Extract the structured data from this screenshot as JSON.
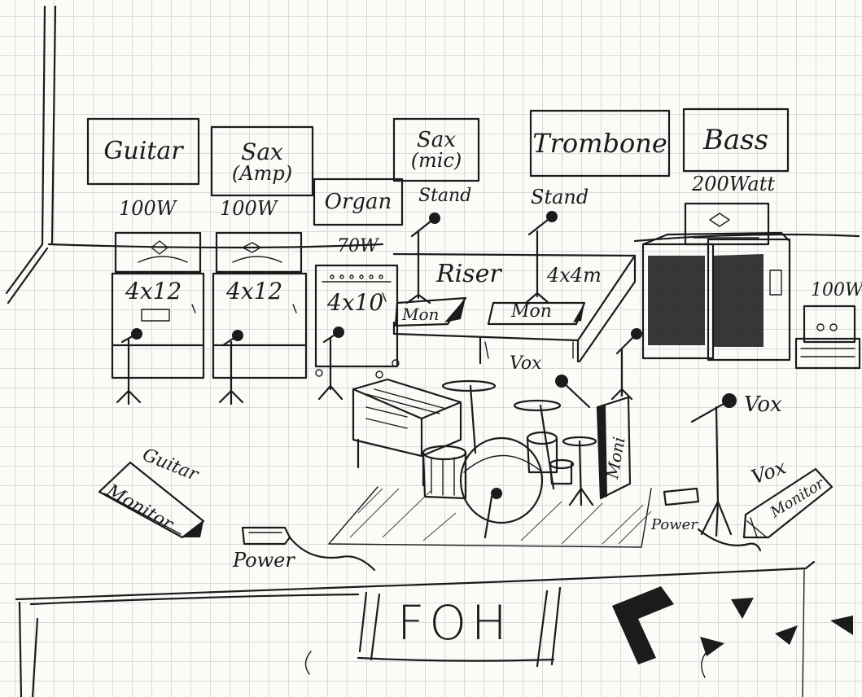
{
  "signs": {
    "guitar": "Guitar",
    "sax_amp_line1": "Sax",
    "sax_amp_line2": "(Amp)",
    "organ": "Organ",
    "sax_mic_line1": "Sax",
    "sax_mic_line2": "(mic)",
    "trombone": "Trombone",
    "bass": "Bass"
  },
  "labels": {
    "guitar_watt": "100W",
    "sax_watt": "100W",
    "organ_watt": "70W",
    "bass_watt": "200Watt",
    "small_amp_watt": "100W",
    "guitar_cab": "4x12",
    "sax_cab": "4x12",
    "organ_cab": "4x10",
    "stand_sax": "Stand",
    "stand_trombone": "Stand",
    "riser": "Riser",
    "riser_size": "4x4m",
    "mon_left": "Mon",
    "mon_right": "Mon",
    "vox_center": "Vox",
    "vox_right": "Vox",
    "vox_monitor_top": "Vox",
    "vox_monitor_bottom": "Monitor",
    "guitar_monitor_top": "Guitar",
    "guitar_monitor_bottom": "Monitor",
    "drum_monitor": "Moni",
    "power_left": "Power",
    "power_right": "Power",
    "foh": "FOH"
  }
}
